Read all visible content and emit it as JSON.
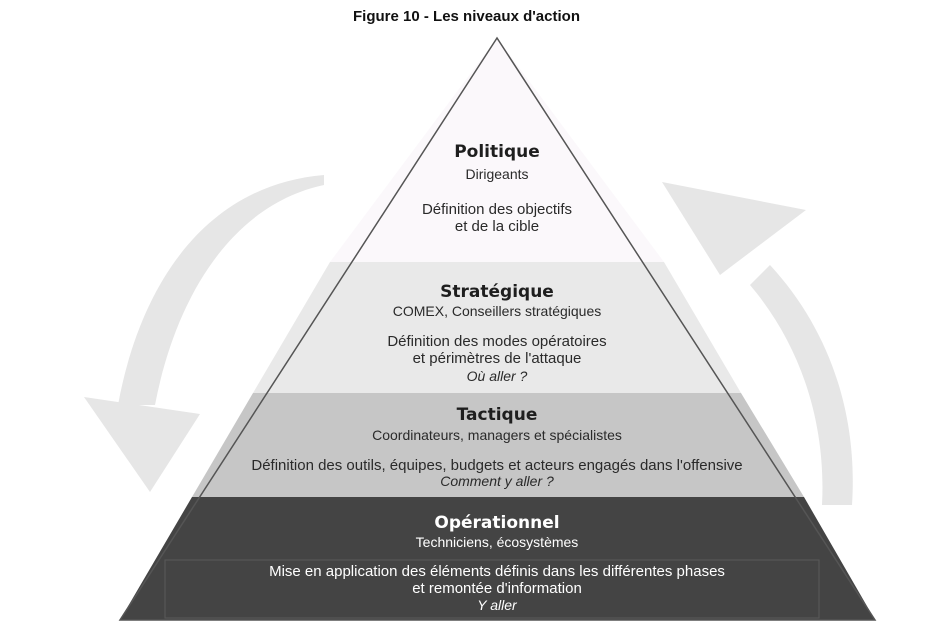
{
  "figure": {
    "title": "Figure 10 - Les niveaux d'action"
  },
  "levels": [
    {
      "title": "Politique",
      "role": "Dirigeants",
      "description": [
        "Définition des objectifs",
        "et de la cible"
      ],
      "question": "",
      "fill": "#fbf8fb"
    },
    {
      "title": "Stratégique",
      "role": "COMEX, Conseillers stratégiques",
      "description": [
        "Définition des modes opératoires",
        "et périmètres de l'attaque"
      ],
      "question": "Où aller ?",
      "fill": "#e9e9e9"
    },
    {
      "title": "Tactique",
      "role": "Coordinateurs, managers et spécialistes",
      "description": [
        "Définition des outils, équipes, budgets et acteurs engagés dans l'offensive"
      ],
      "question": "Comment y aller ?",
      "fill": "#c6c6c6"
    },
    {
      "title": "Opérationnel",
      "role": "Techniciens, écosystèmes",
      "description": [
        "Mise en application des éléments définis dans les différentes phases",
        "et remontée d'information"
      ],
      "question": "Y aller",
      "fill": "#444444"
    }
  ],
  "colors": {
    "arrow": "#e6e6e6",
    "outline": "#555555"
  },
  "icons": {
    "left_arrow": "curved-down-arrow-icon",
    "right_arrow": "curved-up-arrow-icon"
  }
}
